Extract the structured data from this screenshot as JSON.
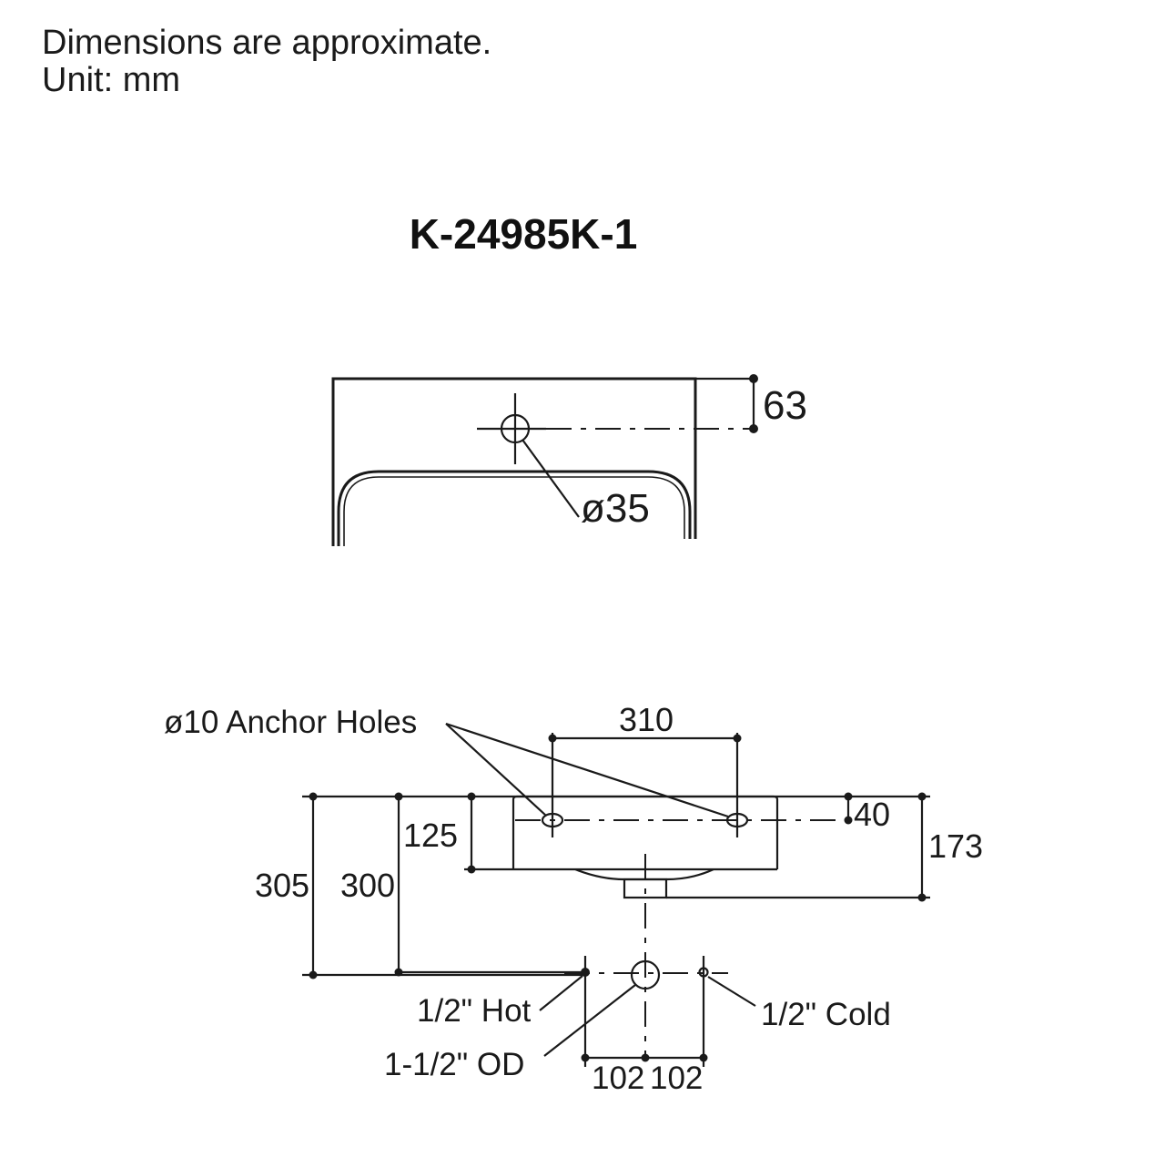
{
  "header": {
    "note_line1": "Dimensions are approximate.",
    "note_line2": "Unit: mm"
  },
  "model": "K-24985K-1",
  "top_view": {
    "dim_overflow_offset": "63",
    "dim_hole_diameter": "ø35"
  },
  "front_view": {
    "anchor_label": "ø10 Anchor Holes",
    "dim_anchor_spacing": "310",
    "dim_anchor_height": "40",
    "dim_basin_depth": "125",
    "dim_drain_depth": "173",
    "dim_305": "305",
    "dim_300": "300",
    "hot_label": "1/2\" Hot",
    "cold_label": "1/2\" Cold",
    "drain_label": "1-1/2\" OD",
    "dim_left_offset": "102",
    "dim_right_offset": "102"
  },
  "colors": {
    "ink": "#1a1a1a",
    "background": "#ffffff"
  }
}
